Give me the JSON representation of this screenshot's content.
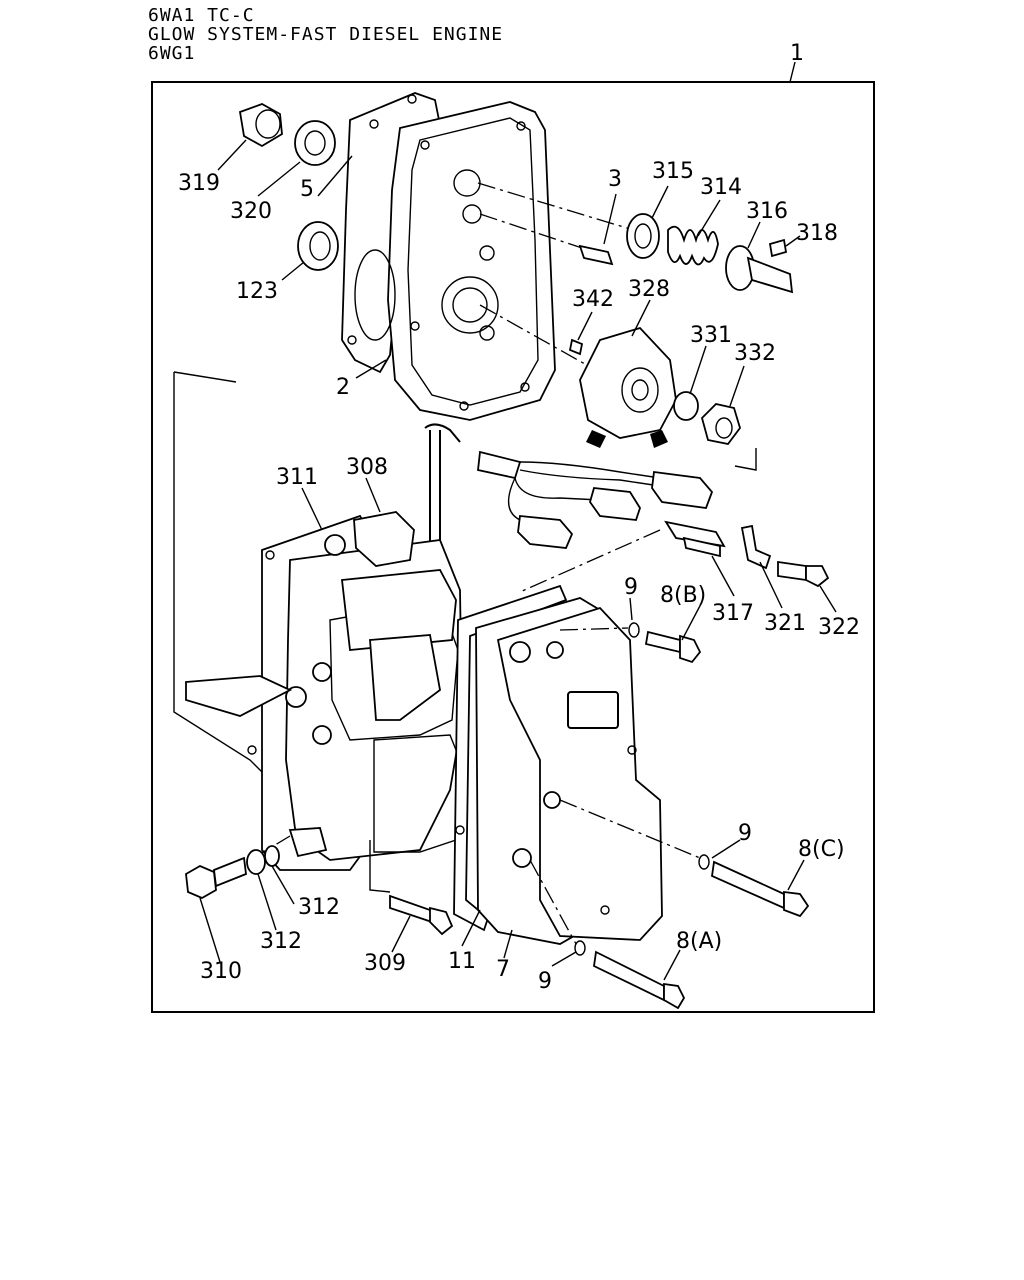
{
  "header": {
    "line1": "6WA1 TC-C",
    "line2": "GLOW SYSTEM-FAST DIESEL ENGINE",
    "line3": "6WG1"
  },
  "callouts": {
    "c1": "1",
    "c2": "2",
    "c3": "3",
    "c5": "5",
    "c7": "7",
    "c8a": "8(A)",
    "c8b": "8(B)",
    "c8c": "8(C)",
    "c9a": "9",
    "c9b": "9",
    "c9c": "9",
    "c11": "11",
    "c123": "123",
    "c308": "308",
    "c309": "309",
    "c310": "310",
    "c311": "311",
    "c312a": "312",
    "c312b": "312",
    "c314": "314",
    "c315": "315",
    "c316": "316",
    "c317": "317",
    "c318": "318",
    "c319": "319",
    "c320": "320",
    "c321": "321",
    "c322": "322",
    "c328": "328",
    "c331": "331",
    "c332": "332",
    "c342": "342"
  }
}
